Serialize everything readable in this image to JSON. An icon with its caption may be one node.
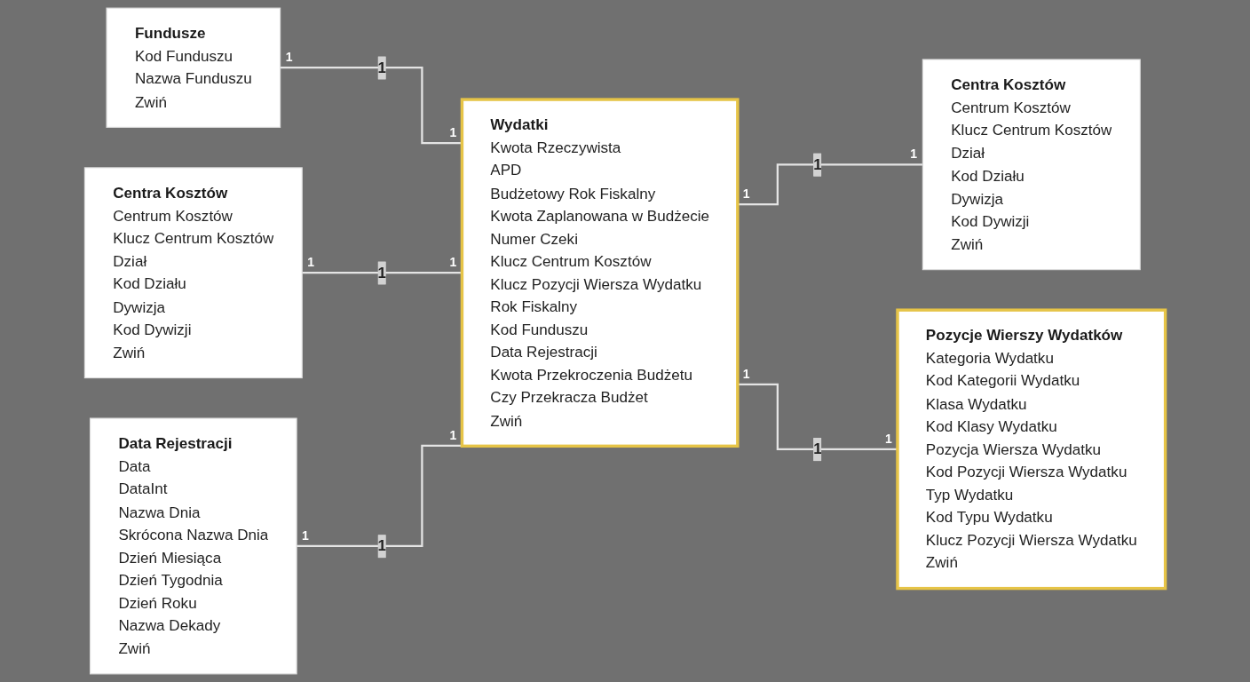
{
  "diagram": {
    "nodes": [
      {
        "text": [
          "Fundusze",
          "Kod Funduszu",
          "Nazwa Funduszu",
          "Zwiń"
        ]
      },
      {
        "text": [
          "Wydatki",
          "Kwota Rzeczywista",
          "APD",
          "Budżetowy Rok Fiskalny",
          "Kwota Zaplanowana w Budżecie",
          "Numer Czeki",
          "Klucz Centrum Kosztów",
          "Klucz Pozycji Wiersza Wydatku",
          "Rok Fiskalny",
          "Kod Funduszu",
          "Data Rejestracji",
          "Kwota Przekroczenia Budżetu",
          "Czy Przekracza Budżet",
          "Zwiń"
        ]
      },
      {
        "text": [
          "Centra Kosztów",
          "Centrum Kosztów",
          "Klucz Centrum Kosztów",
          "Dział",
          "Kod Działu",
          "Dywizja",
          "Kod Dywizji",
          "Zwiń"
        ]
      },
      {
        "text": [
          "Centra Kosztów",
          "Centrum Kosztów",
          "Klucz Centrum Kosztów",
          "Dział",
          "Kod Działu",
          "Dywizja",
          "Kod Dywizji",
          "Zwiń"
        ]
      },
      {
        "text": [
          "Pozycje Wierszy Wydatków",
          "Kategoria Wydatku",
          "Kod Kategorii Wydatku",
          "Klasa Wydatku",
          "Kod Klasy Wydatku",
          "Pozycja Wiersza Wydatku",
          "Kod Pozycji Wiersza Wydatku",
          "Typ Wydatku",
          "Kod Typu Wydatku",
          "Klucz Pozycji Wiersza Wydatku",
          "Zwiń"
        ]
      },
      {
        "text": [
          "Data Rejestracji",
          "Data",
          "DataInt",
          "Nazwa Dnia",
          "Skrócona Nazwa Dnia",
          "Dzień Miesiąca",
          "Dzień Tygodnia",
          "Dzień Roku",
          "Nazwa Dekady",
          "Zwiń"
        ]
      }
    ],
    "edges": [
      {
        "from": 0,
        "to": 1,
        "arrow": "none",
        "label": "1"
      },
      {
        "from": 1,
        "to": 2,
        "arrow": "none",
        "label": "1"
      },
      {
        "from": 3,
        "to": 1,
        "arrow": "none",
        "label": "1"
      },
      {
        "from": 1,
        "to": 4,
        "arrow": "none",
        "label": "1"
      },
      {
        "from": 5,
        "to": 1,
        "arrow": "none",
        "label": "1"
      }
    ],
    "labels": [
      "1",
      "1",
      "1",
      "1",
      "1",
      "1",
      "1",
      "1",
      "1",
      "1"
    ]
  }
}
